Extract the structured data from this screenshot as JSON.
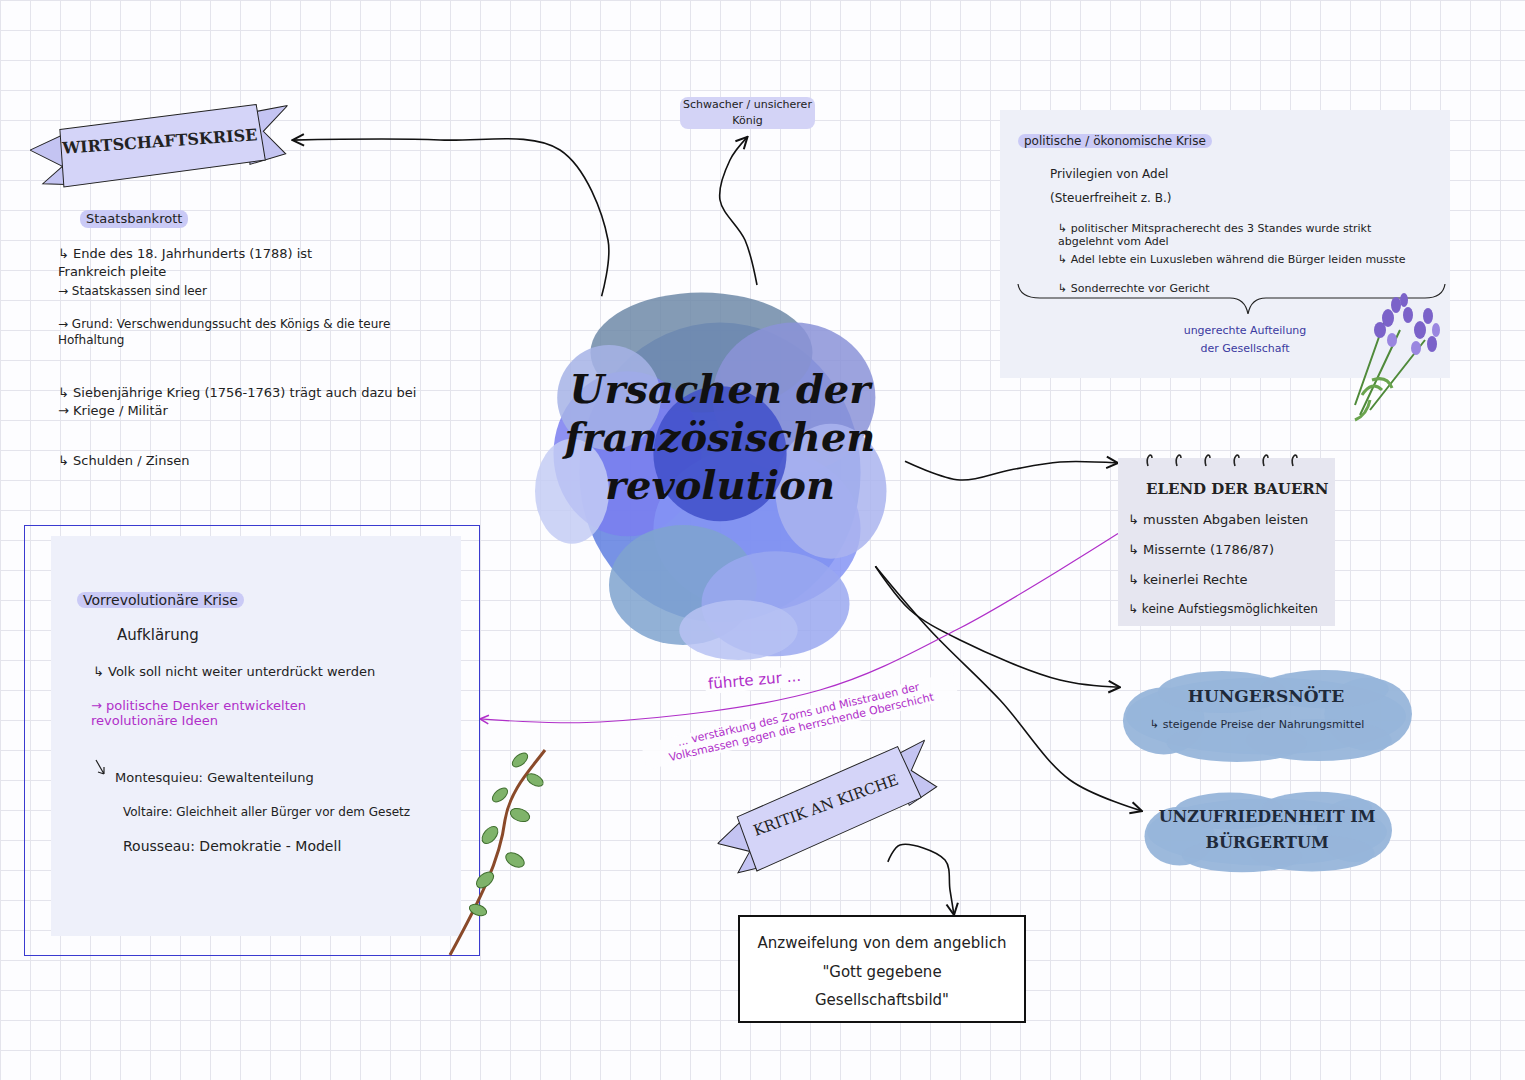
{
  "diagram": {
    "nodes": [
      {
        "text": [
          "Ursachen der französischen revolution"
        ]
      },
      {
        "text": [
          "WIRTSCHAFTSKRISE"
        ]
      },
      {
        "text": [
          "Schwacher / unsicherer König"
        ]
      },
      {
        "text": [
          "politische / ökonomische Krise",
          "Privilegien von Adel (Steuerfreiheit z. B.)",
          "↳ politischer Mitspracherecht des 3 Standes wurde strikt abgelehnt vom Adel",
          "↳ Adel lebte ein Luxusleben während die Bürger leiden musste",
          "↳ Sonderrechte vor Gericht",
          "ungerechte Aufteilung der Gesellschaft"
        ]
      },
      {
        "text": [
          "ELEND DER BAUERN",
          "↳ mussten Abgaben leisten",
          "↳ Missernte (1786/87)",
          "↳ keinerlei Rechte",
          "↳ keine Aufstiegsmöglichkeiten"
        ]
      },
      {
        "text": [
          "HUNGERSNÖTE",
          "↳ steigende Preise der Nahrungsmittel"
        ]
      },
      {
        "text": [
          "UNZUFRIEDENHEIT IM BÜRGERTUM"
        ]
      },
      {
        "text": [
          "KRITIK AN KIRCHE"
        ]
      },
      {
        "text": [
          "Anzweifelung von dem angeblich \"Gott gegebene Gesellschaftsbild\""
        ]
      },
      {
        "text": [
          "Vorrevolutionäre Krise",
          "Aufklärung",
          "↳ Volk soll nicht weiter unterdrückt werden",
          "→ politische Denker entwickelten revolutionäre Ideen",
          "Montesquieu: Gewaltenteilung",
          "Voltaire: Gleichheit aller Bürger vor dem Gesetz",
          "Rousseau: Demokratie - Modell"
        ]
      }
    ],
    "edges": [
      {
        "from": 0,
        "to": 1,
        "arrow": "to"
      },
      {
        "from": 0,
        "to": 2,
        "arrow": "to"
      },
      {
        "from": 0,
        "to": 4,
        "arrow": "to"
      },
      {
        "from": 0,
        "to": 5,
        "arrow": "to"
      },
      {
        "from": 0,
        "to": 6,
        "arrow": "to"
      },
      {
        "from": 4,
        "to": 9,
        "label": "führte zur ...",
        "arrow": "to"
      },
      {
        "from": 7,
        "to": 8,
        "arrow": "to"
      }
    ],
    "labels": [
      "Staatsbankrott",
      "↳ Ende des 18. Jahrhunderts (1788) ist Frankreich pleite",
      "→ Staatskassen sind leer",
      "→ Grund: Verschwendungssucht des Königs & die teure Hofhaltung",
      "↳ Siebenjährige Krieg (1756-1763) trägt auch dazu bei → Kriege / Militär",
      "↳ Schulden / Zinsen",
      "... verstärkung des Zorns und Misstrauen der Volksmassen gegen die herrschende Oberschicht"
    ]
  }
}
